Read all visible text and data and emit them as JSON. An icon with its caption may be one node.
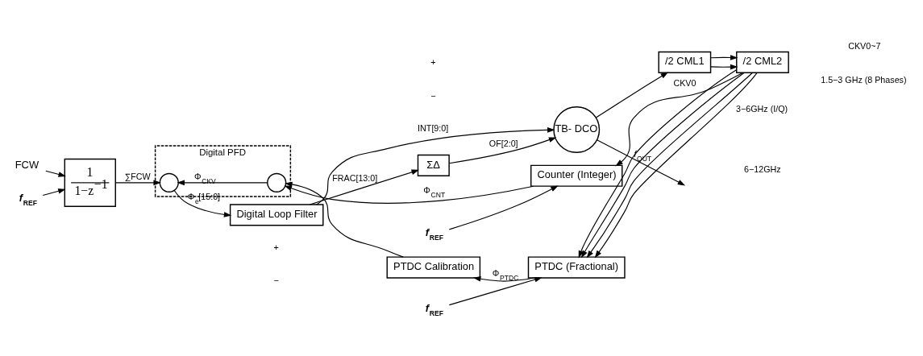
{
  "diagram": {
    "nodes": [
      {
        "text": [
          "Digital PFD"
        ]
      },
      {
        "text": [
          "1",
          "1−z$^{−1}$"
        ]
      },
      {
        "text": [],
        "shape": "circle",
        "in": 0
      },
      {
        "text": [],
        "shape": "circle",
        "in": 0
      },
      {
        "text": [
          "Digital Loop Filter"
        ]
      },
      {
        "text": [
          "ΣΔ"
        ]
      },
      {
        "text": [
          "TB- DCO"
        ]
      },
      {
        "text": [
          "/2 CML1"
        ]
      },
      {
        "text": [
          "/2 CML2"
        ]
      },
      {
        "text": [
          "Counter (Integer)"
        ]
      },
      {
        "text": [
          "PTDC (Fractional)"
        ]
      },
      {
        "text": [
          "PTDC Calibration"
        ]
      },
      {
        "text": [
          "FCW"
        ]
      },
      {
        "text": [
          "*f*$_{REF}$"
        ]
      },
      {
        "text": [
          "*f*$_{REF}$"
        ]
      },
      {
        "text": [
          "*f*$_{REF}$"
        ]
      }
    ],
    "edges": [
      {
        "from": 12,
        "to": 1,
        "arrow": "to"
      },
      {
        "from": 13,
        "to": 1,
        "arrow": "to"
      },
      {
        "from": 1,
        "to": 2,
        "arrow": "to",
        "label": "∑FCW"
      },
      {
        "from": 2,
        "to": 4,
        "arrow": "to",
        "label": "Φ$_{e}$[15:0]"
      },
      {
        "from": 4,
        "to": 6,
        "arrow": "to",
        "label": "INT[9:0]"
      },
      {
        "from": 4,
        "to": 5,
        "arrow": "to",
        "label": "FRAC[13:0]"
      },
      {
        "from": 5,
        "to": 6,
        "arrow": "to",
        "label": "OF[2:0]"
      },
      {
        "from": 6,
        "to": null,
        "arrow": "to",
        "label": "*f*$_{OUT}$"
      },
      {
        "from": 6,
        "to": 7,
        "arrow": "to"
      },
      {
        "from": 7,
        "to": 8,
        "arrow": "to"
      },
      {
        "from": 7,
        "to": 8,
        "arrow": "to"
      },
      {
        "from": 8,
        "to": 9,
        "arrow": "to",
        "label": "CKV0"
      },
      {
        "from": 8,
        "to": 10,
        "arrow": "to"
      },
      {
        "from": 8,
        "to": 10,
        "arrow": "to"
      },
      {
        "from": 8,
        "to": 10,
        "arrow": "to"
      },
      {
        "from": 8,
        "to": 10,
        "arrow": "to"
      },
      {
        "from": 14,
        "to": 9,
        "arrow": "to"
      },
      {
        "from": 15,
        "to": 10,
        "arrow": "to"
      },
      {
        "from": 9,
        "to": 3,
        "arrow": "to",
        "label": "Φ$_{CNT}$"
      },
      {
        "from": 3,
        "to": 2,
        "arrow": "to",
        "label": "Φ$_{CKV}$"
      },
      {
        "from": 10,
        "to": 11,
        "arrow": "to",
        "label": "Φ$_{PTDC}$"
      },
      {
        "from": 11,
        "to": 3,
        "arrow": "to"
      }
    ],
    "labels": [
      "+",
      "−",
      "+",
      "−",
      "6−12GHz",
      "3−6GHz (I/Q)",
      "CKV0~7",
      "1.5−3 GHz (8 Phases)"
    ]
  }
}
